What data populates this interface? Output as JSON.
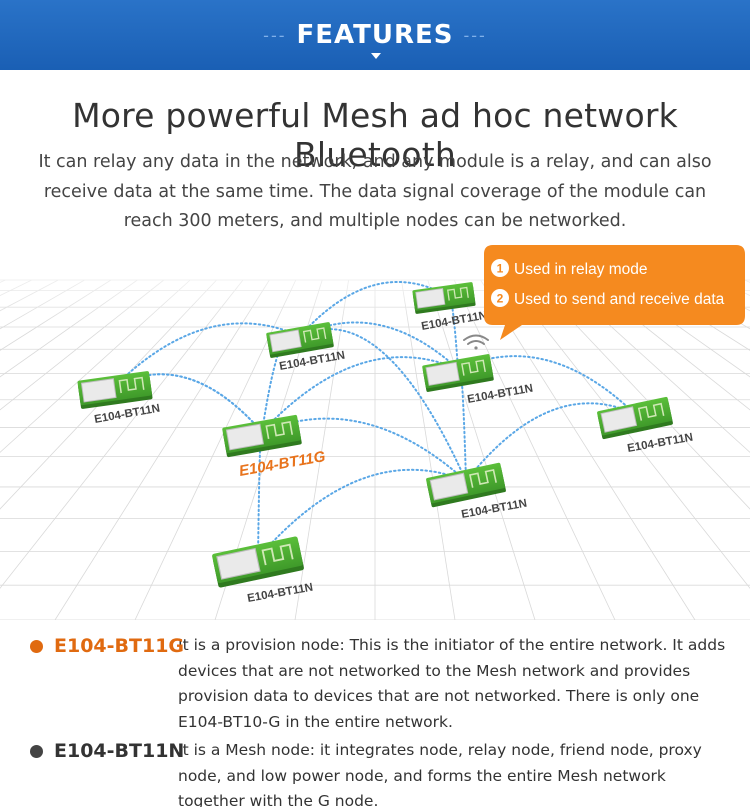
{
  "banner": {
    "dash_left": "---",
    "title": "FEATURES",
    "dash_right": "---"
  },
  "headline": "More powerful Mesh ad hoc network Bluetooth",
  "intro": "It can relay any data in the network, and any module is a relay, and can also receive data at the same time. The data signal coverage of the module can reach 300 meters, and multiple nodes can be networked.",
  "callout": {
    "items": [
      {
        "num": "1",
        "text": "Used in relay mode"
      },
      {
        "num": "2",
        "text": "Used to send and receive data"
      }
    ],
    "color": "#f58a1f"
  },
  "nodes": [
    {
      "label": "E104-BT11N"
    },
    {
      "label": "E104-BT11N"
    },
    {
      "label": "E104-BT11N"
    },
    {
      "label": "E104-BT11N"
    },
    {
      "label": "E104-BT11G"
    },
    {
      "label": "E104-BT11N"
    },
    {
      "label": "E104-BT11N"
    },
    {
      "label": "E104-BT11N"
    }
  ],
  "legend": [
    {
      "name": "E104-BT11G",
      "color": "#e06a10",
      "desc": "It is a provision node: This is the initiator of the entire network. It adds devices that are not networked to the Mesh network and provides provision data to devices that are not networked. There is only one E104-BT10-G in the entire network."
    },
    {
      "name": "E104-BT11N",
      "color": "#444444",
      "desc": "It is a Mesh node: it integrates node, relay node, friend node, proxy node, and low power node, and forms the entire Mesh network together with the G node."
    }
  ],
  "colors": {
    "banner": "#1f67bd",
    "module_green": "#4aa832",
    "link_blue": "#5aa7e6",
    "g_label": "#e8731c"
  }
}
